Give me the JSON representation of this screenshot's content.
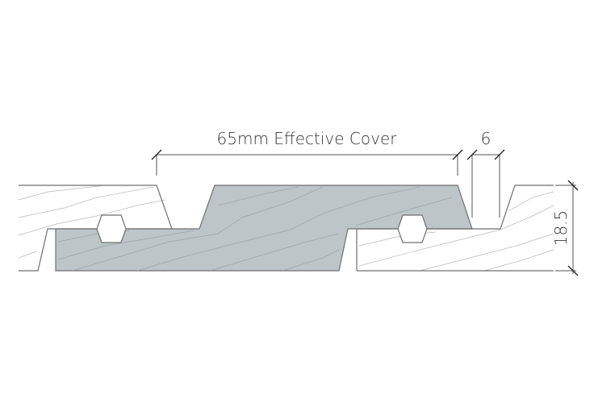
{
  "labels": {
    "effective_cover": "65mm Effective Cover",
    "gap": "6",
    "thickness": "18.5"
  },
  "colors": {
    "profile_fill": "#bcc6c8",
    "outline": "#6f6f6f"
  }
}
